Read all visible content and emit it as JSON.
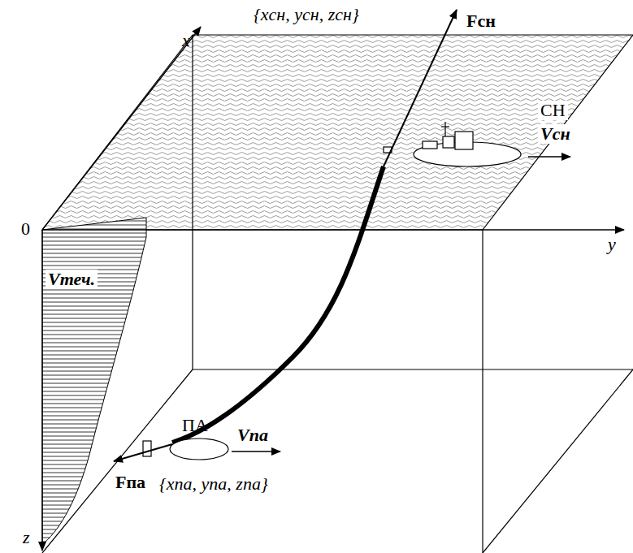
{
  "diagram": {
    "labels": [
      "x",
      "y",
      "z",
      "0",
      "{xсн, yсн, zсн}",
      "Fсн",
      "СН",
      "Vсн",
      "Vтеч.",
      "ПА",
      "Vпа",
      "Fпа",
      "{xпа, yпа, zпа}"
    ]
  }
}
